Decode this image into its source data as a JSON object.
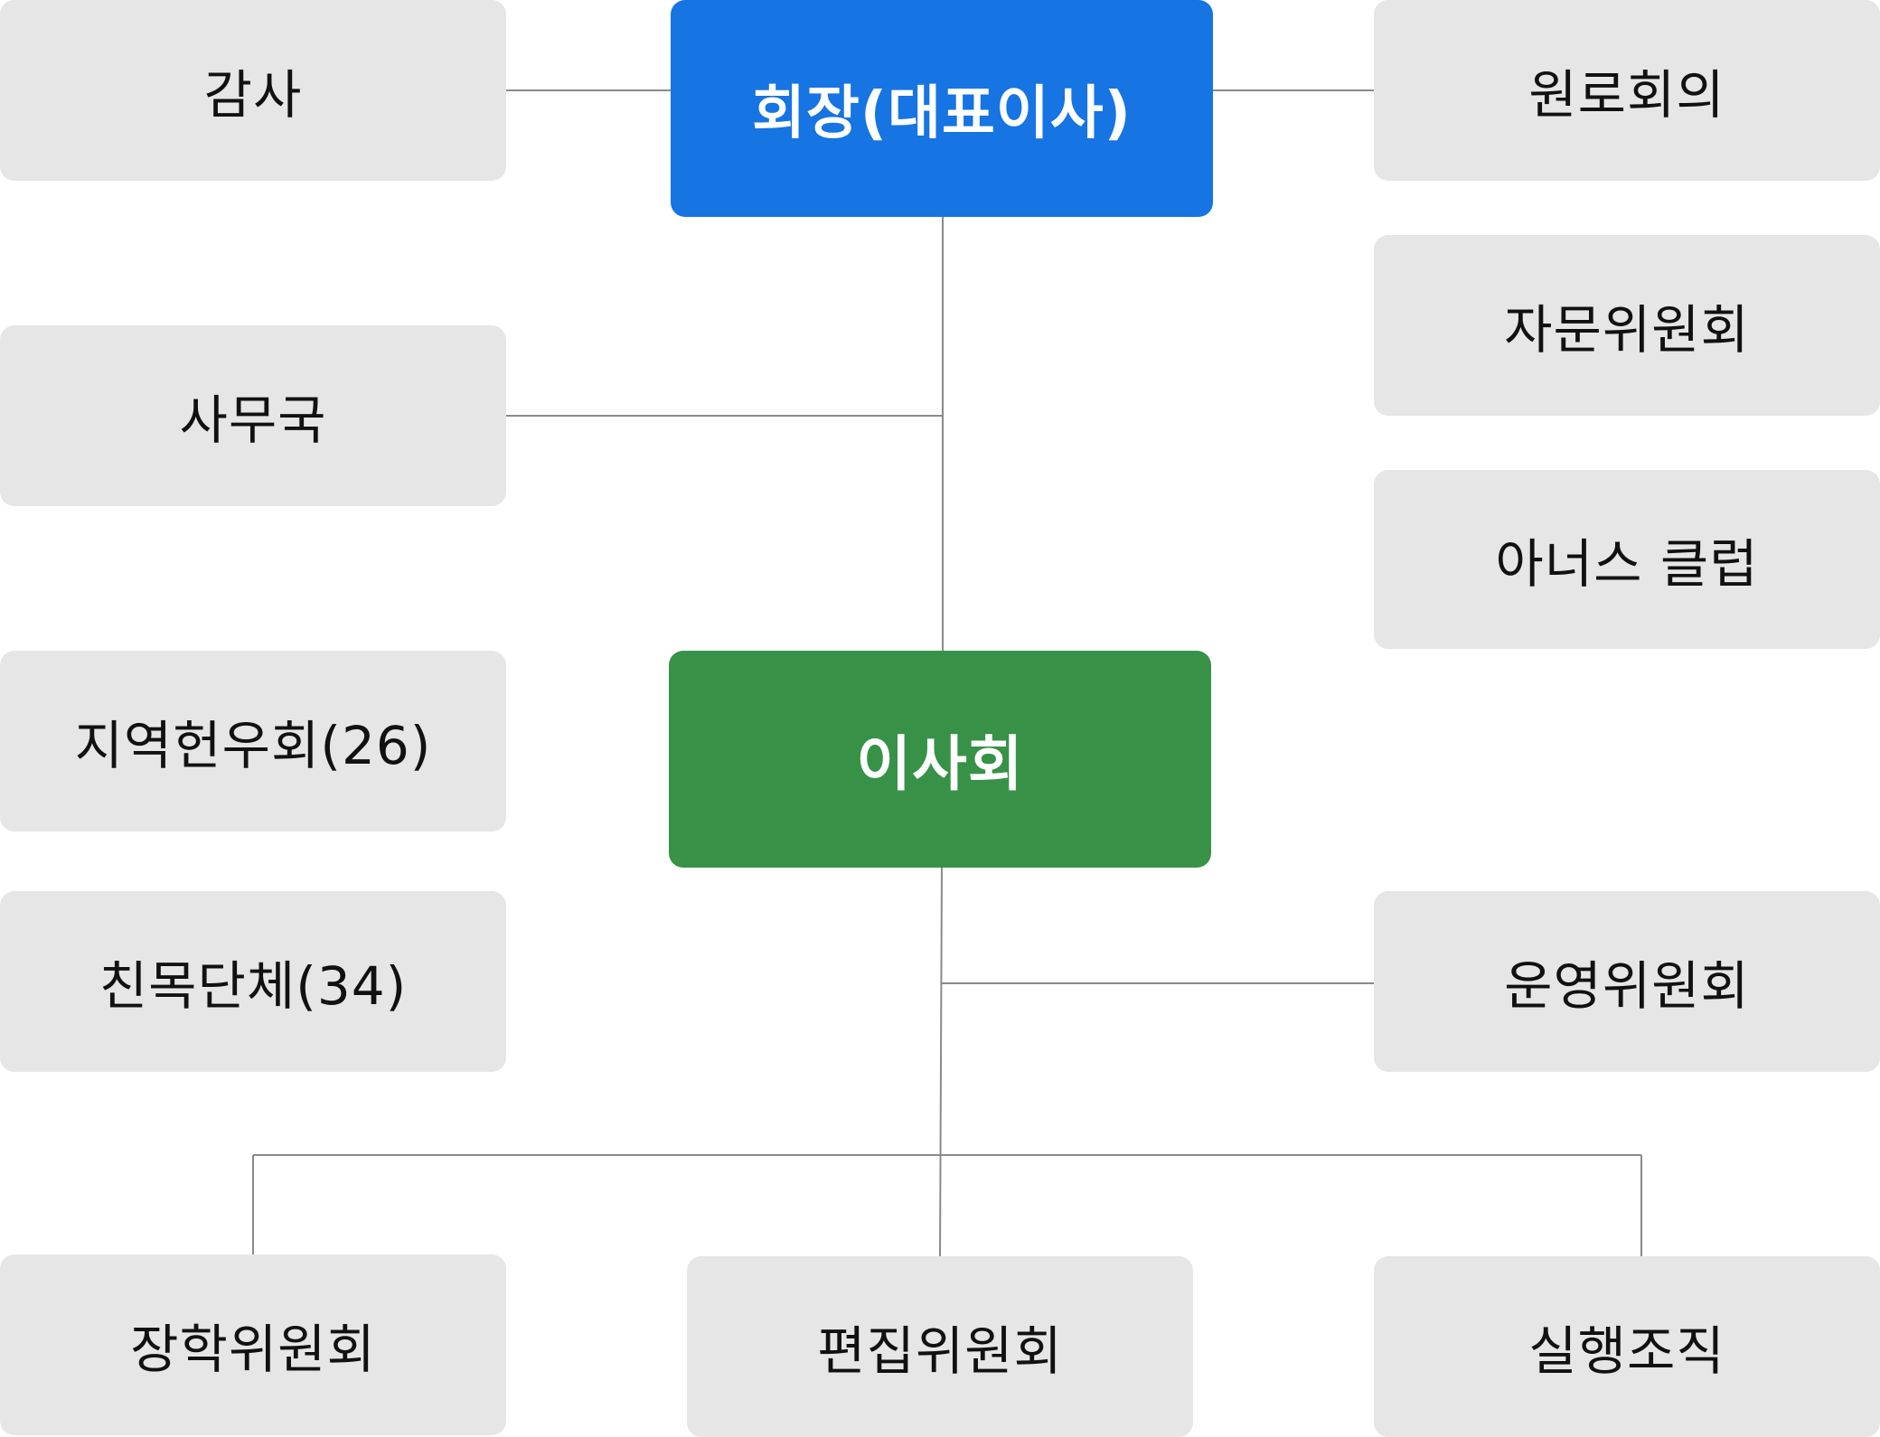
{
  "chart": {
    "root": "회장(대표이사)",
    "board": "이사회",
    "left": {
      "audit": "감사",
      "secretariat": "사무국",
      "regional": "지역헌우회(26)",
      "fellowship": "친목단체(34)"
    },
    "right": {
      "elders": "원로회의",
      "advisory": "자문위원회",
      "honors_club": "아너스 클럽",
      "operations": "운영위원회"
    },
    "bottom": {
      "scholarship": "장학위원회",
      "editorial": "편집위원회",
      "executive": "실행조직"
    }
  },
  "colors": {
    "primary": "#1674e3",
    "secondary": "#379248",
    "box": "#e6e6e6",
    "line": "#8a8a8a"
  }
}
